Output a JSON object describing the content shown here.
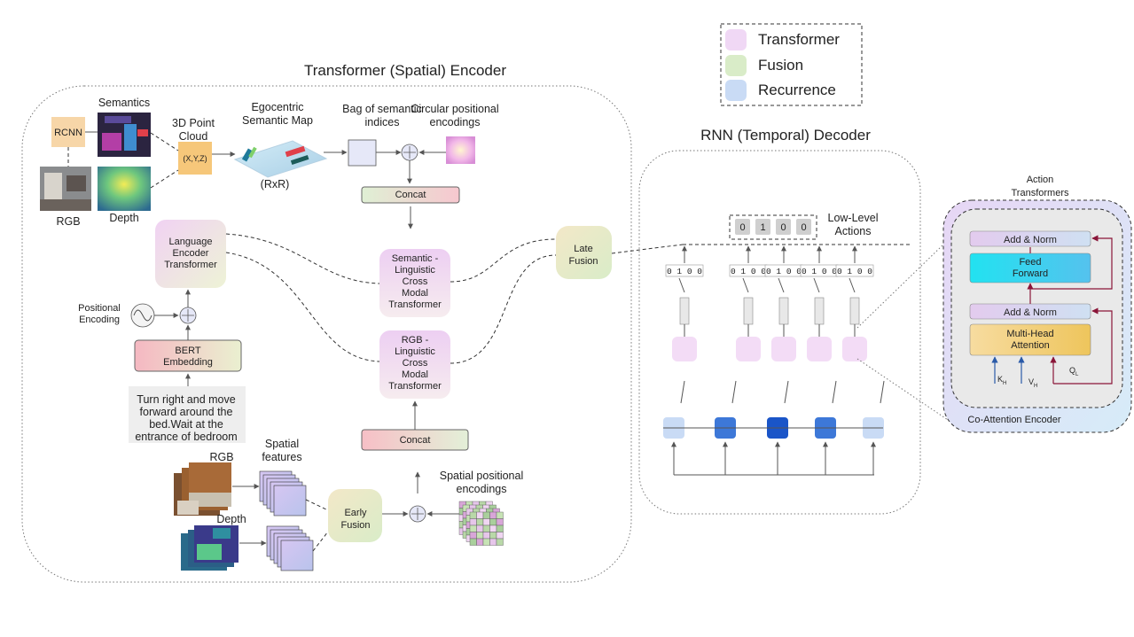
{
  "legend": {
    "items": [
      {
        "label": "Transformer",
        "color": "#f0d8f5"
      },
      {
        "label": "Fusion",
        "color": "#d9ecc8"
      },
      {
        "label": "Recurrence",
        "color": "#c9dbf5"
      }
    ]
  },
  "encoder": {
    "title": "Transformer (Spatial) Encoder",
    "semantics_label": "Semantics",
    "rcnn_label": "RCNN",
    "rgb_label": "RGB",
    "depth_label": "Depth",
    "point_cloud_label": "3D Point Cloud",
    "xyz_label": "(X,Y,Z)",
    "ego_map_label": "Egocentric Semantic Map",
    "rxr_label": "(RxR)",
    "bag_label": "Bag of semantic indices",
    "circular_label": "Circular positional encodings",
    "concat_top_label": "Concat",
    "lang_encoder_label": "Language Encoder Transformer",
    "semantic_cmt_label": "Semantic - Linguistic Cross Modal Transformer",
    "rgb_cmt_label": "RGB - Linguistic Cross Modal Transformer",
    "positional_label": "Positional Encoding",
    "bert_label": "BERT Embedding",
    "instruction_text": "Turn right and move forward around the bed.Wait at the entrance of bedroom",
    "concat_bottom_label": "Concat",
    "spatial_rgb_label": "RGB",
    "spatial_depth_label": "Depth",
    "spatial_features_label": "Spatial features",
    "early_fusion_label": "Early Fusion",
    "spatial_pos_label": "Spatial positional encodings"
  },
  "late_fusion_label": "Late Fusion",
  "decoder": {
    "title": "RNN (Temporal) Decoder",
    "low_level_label": "Low-Level Actions",
    "action_bits": [
      "0",
      "1",
      "0",
      "0"
    ],
    "onehot_labels": [
      "0 1 0 0",
      "0 1 0 0",
      "0 1 0 0",
      "0 1 0 0",
      "0 1 0 0"
    ],
    "rnn_colors": [
      "#c9dbf5",
      "#3d78d8",
      "#1a55c8",
      "#3d78d8",
      "#c9dbf5"
    ]
  },
  "action_transformers": {
    "title": "Action Transformers",
    "add_norm_top": "Add & Norm",
    "feed_forward": "Feed Forward",
    "add_norm_bottom": "Add & Norm",
    "mha": "Multi-Head Attention",
    "k_label": "K",
    "k_sub": "H",
    "v_label": "V",
    "v_sub": "H",
    "q_label": "Q",
    "q_sub": "L",
    "footer": "Co-Attention Encoder"
  }
}
